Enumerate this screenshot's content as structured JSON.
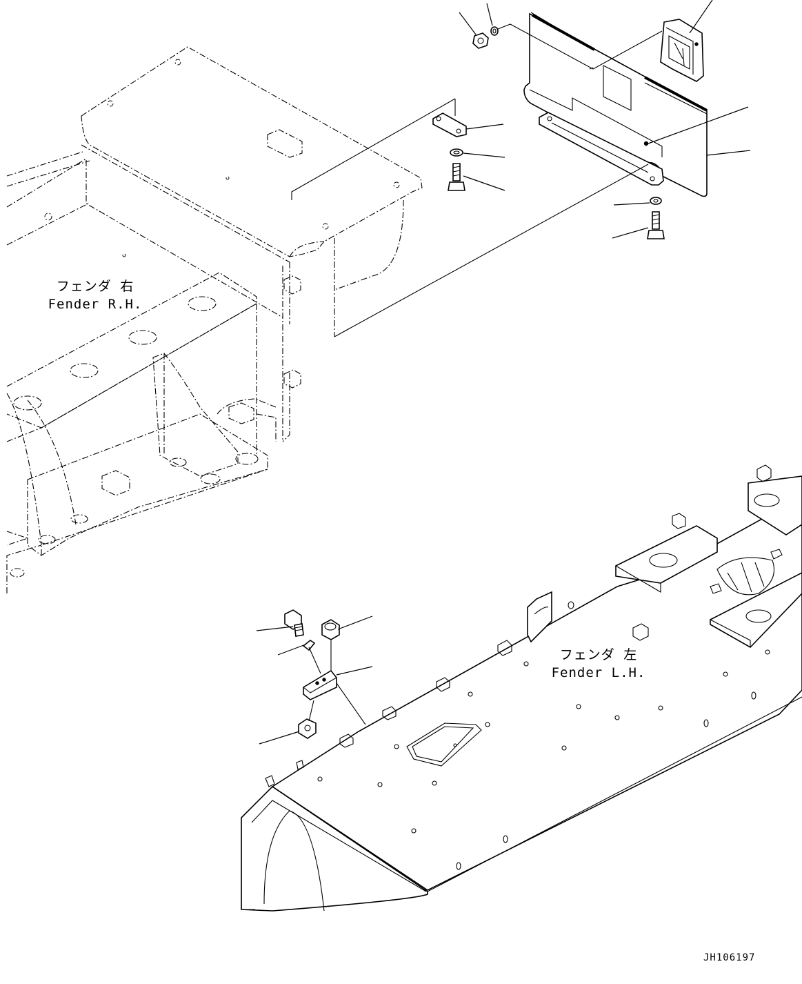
{
  "fender_rh": {
    "label_jp": "フェンダ 右",
    "label_en": "Fender R.H."
  },
  "fender_lh": {
    "label_jp": "フェンダ 左",
    "label_en": "Fender L.H."
  },
  "drawing_id": "JH106197"
}
